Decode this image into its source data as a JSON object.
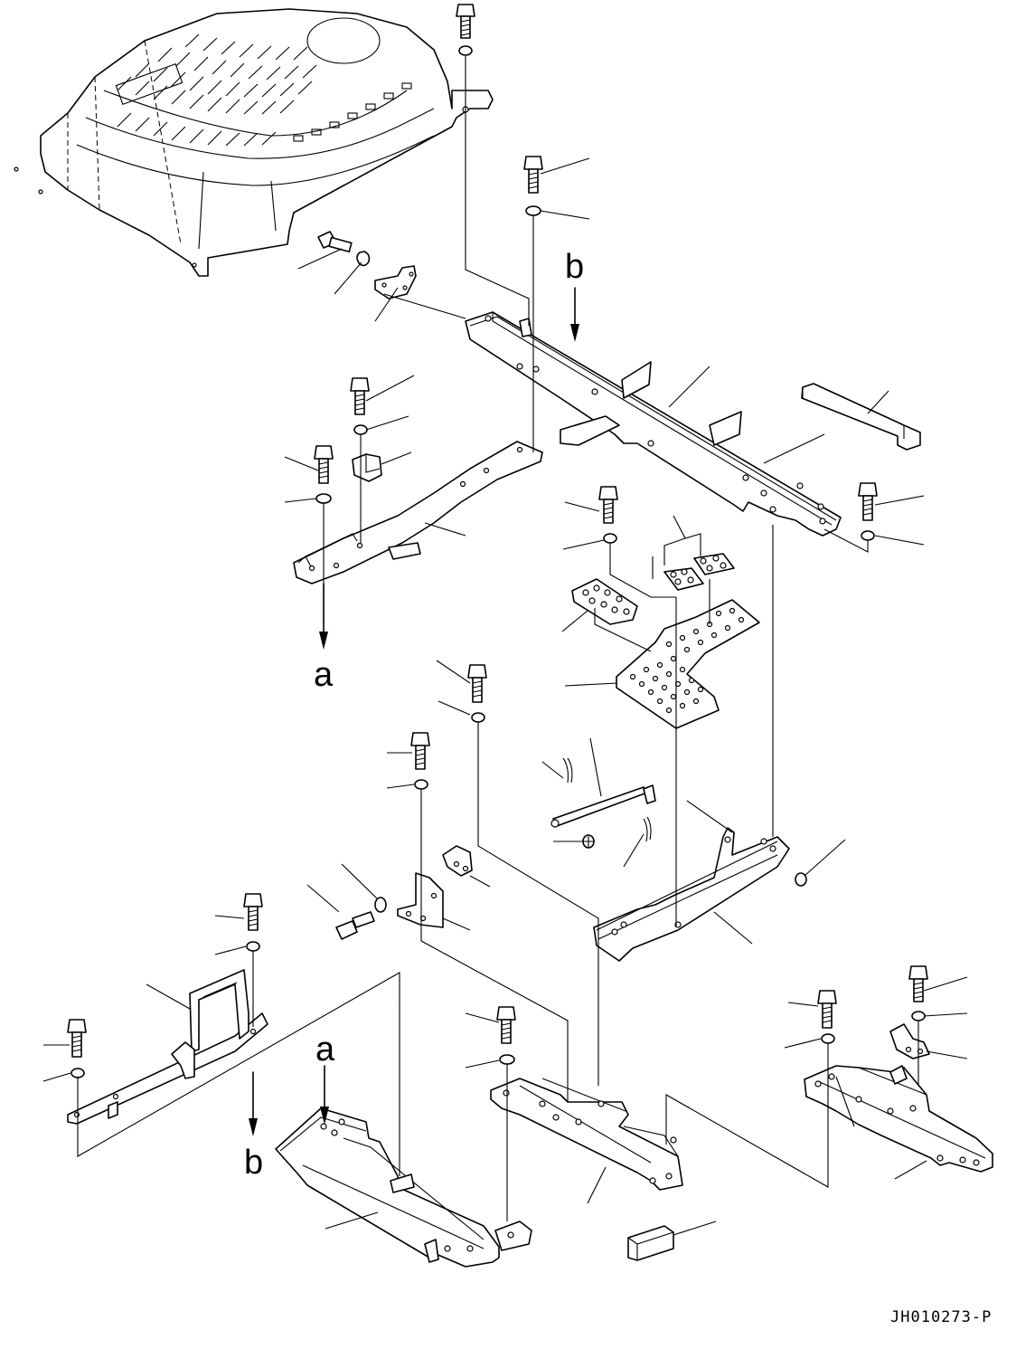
{
  "view_labels": {
    "a_upper": "a",
    "a_lower": "a",
    "b_upper": "b",
    "b_lower": "b"
  },
  "drawing_code": "JH010273-P"
}
